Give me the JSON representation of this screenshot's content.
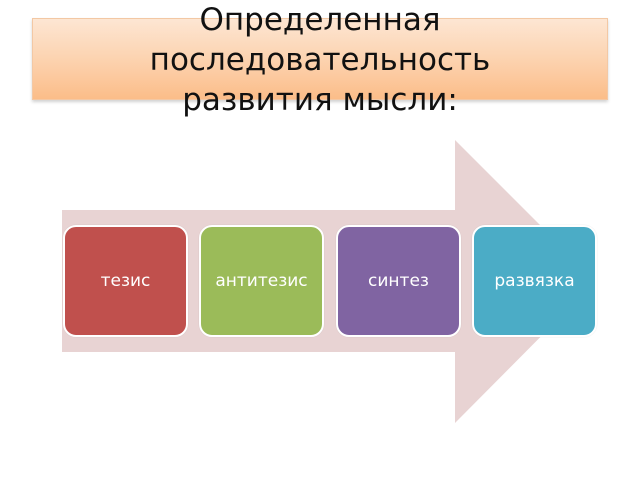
{
  "title": {
    "lines": [
      "Определенная",
      "последовательность",
      "развития мысли:"
    ],
    "banner_color_top": "#fde6d3",
    "banner_color_bottom": "#fbbd89"
  },
  "diagram": {
    "arrow_color": "#e8d3d3",
    "steps": [
      {
        "label": "тезис",
        "color": "#c0504d"
      },
      {
        "label": "антитезис",
        "color": "#9bbb59"
      },
      {
        "label": "синтез",
        "color": "#8064a2"
      },
      {
        "label": "развязка",
        "color": "#4bacc6"
      }
    ]
  }
}
